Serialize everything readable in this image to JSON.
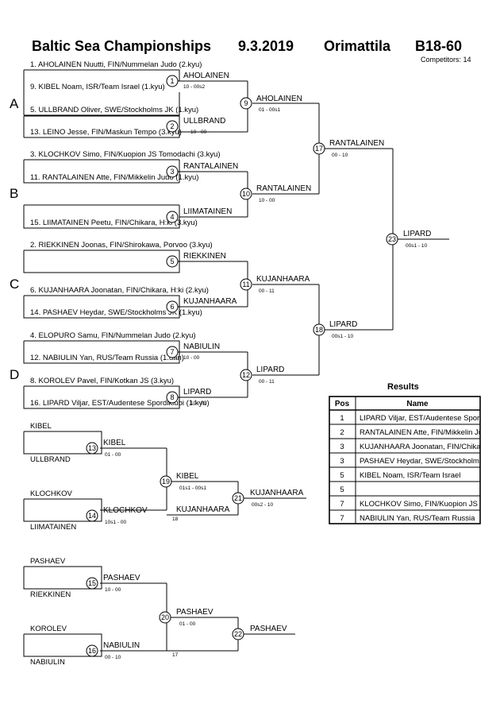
{
  "header": {
    "title_event": "Baltic Sea Championships",
    "title_date": "9.3.2019",
    "title_place": "Orimattila",
    "title_category": "B18-60",
    "competitors": "Competitors: 14"
  },
  "pools": [
    "A",
    "B",
    "C",
    "D"
  ],
  "players": [
    "1. AHOLAINEN Nuutti, FIN/Nummelan Judo (2.kyu)",
    "9. KIBEL Noam, ISR/Team Israel (1.kyu)",
    "5. ULLBRAND Oliver, SWE/Stockholms JK (1.kyu)",
    "13. LEINO Jesse, FIN/Maskun Tempo (3.kyu)",
    "3. KLOCHKOV Simo, FIN/Kuopion JS Tomodachi (3.kyu)",
    "11. RANTALAINEN Atte, FIN/Mikkelin Judo (1.kyu)",
    "15. LIIMATAINEN Peetu, FIN/Chikara, H:ki (3.kyu)",
    "2. RIEKKINEN Joonas, FIN/Shirokawa, Porvoo (3.kyu)",
    "6. KUJANHAARA Joonatan, FIN/Chikara, H:ki (2.kyu)",
    "14. PASHAEV Heydar, SWE/Stockholms JK (1.kyu)",
    "4. ELOPURO Samu, FIN/Nummelan Judo (2.kyu)",
    "12. NABIULIN Yan, RUS/Team Russia (1.dan)",
    "8. KOROLEV Pavel, FIN/Kotkan JS (3.kyu)",
    "16. LIPARD Viljar, EST/Audentese Spordiklubi (1.kyu)"
  ],
  "main_matches": [
    {
      "n": "1",
      "winner": "AHOLAINEN",
      "score": "10 - 00s2"
    },
    {
      "n": "2",
      "winner": "ULLBRAND",
      "score": "10 - 00"
    },
    {
      "n": "3",
      "winner": "RANTALAINEN",
      "score": ""
    },
    {
      "n": "4",
      "winner": "LIIMATAINEN",
      "score": ""
    },
    {
      "n": "5",
      "winner": "RIEKKINEN",
      "score": ""
    },
    {
      "n": "6",
      "winner": "KUJANHAARA",
      "score": ""
    },
    {
      "n": "7",
      "winner": "NABIULIN",
      "score": "10 - 00"
    },
    {
      "n": "8",
      "winner": "LIPARD",
      "score": "10 - 00"
    },
    {
      "n": "9",
      "winner": "AHOLAINEN",
      "score": "01 - 00s1"
    },
    {
      "n": "10",
      "winner": "RANTALAINEN",
      "score": "10 - 00"
    },
    {
      "n": "11",
      "winner": "KUJANHAARA",
      "score": "00 - 11"
    },
    {
      "n": "12",
      "winner": "LIPARD",
      "score": "00 - 11"
    },
    {
      "n": "17",
      "winner": "RANTALAINEN",
      "score": "00 - 10"
    },
    {
      "n": "18",
      "winner": "LIPARD",
      "score": "00s1 - 10"
    },
    {
      "n": "23",
      "winner": "LIPARD",
      "score": "00s1 - 10"
    }
  ],
  "repechage": [
    {
      "entrants": [
        "KIBEL",
        "ULLBRAND",
        "KLOCHKOV",
        "LIIMATAINEN"
      ],
      "matches": [
        {
          "n": "13",
          "winner": "KIBEL",
          "score": "01 - 00"
        },
        {
          "n": "14",
          "winner": "KLOCHKOV",
          "score": "10s1 - 00"
        },
        {
          "n": "19",
          "winner": "KIBEL",
          "score": "01s1 - 00s1"
        },
        {
          "n": "21",
          "winner": "KUJANHAARA",
          "score": "00s2 - 10"
        }
      ],
      "incoming_name": "KUJANHAARA",
      "incoming_ref": "18"
    },
    {
      "entrants": [
        "PASHAEV",
        "RIEKKINEN",
        "KOROLEV",
        "NABIULIN"
      ],
      "matches": [
        {
          "n": "15",
          "winner": "PASHAEV",
          "score": "10 - 00"
        },
        {
          "n": "16",
          "winner": "NABIULIN",
          "score": "00 - 10"
        },
        {
          "n": "20",
          "winner": "PASHAEV",
          "score": "01 - 00"
        },
        {
          "n": "22",
          "winner": "PASHAEV",
          "score": ""
        }
      ],
      "incoming_name": "",
      "incoming_ref": "17"
    }
  ],
  "results": {
    "title": "Results",
    "col_pos": "Pos",
    "col_name": "Name",
    "rows": [
      {
        "pos": "1",
        "name": "LIPARD Viljar, EST/Audentese Spordiklubi"
      },
      {
        "pos": "2",
        "name": "RANTALAINEN Atte, FIN/Mikkelin Judo"
      },
      {
        "pos": "3",
        "name": "KUJANHAARA Joonatan, FIN/Chikara, H:ki"
      },
      {
        "pos": "3",
        "name": "PASHAEV Heydar, SWE/Stockholms JK"
      },
      {
        "pos": "5",
        "name": "KIBEL Noam, ISR/Team Israel"
      },
      {
        "pos": "5",
        "name": ""
      },
      {
        "pos": "7",
        "name": "KLOCHKOV Simo, FIN/Kuopion JS Tomodachi"
      },
      {
        "pos": "7",
        "name": "NABIULIN Yan, RUS/Team Russia"
      }
    ]
  }
}
